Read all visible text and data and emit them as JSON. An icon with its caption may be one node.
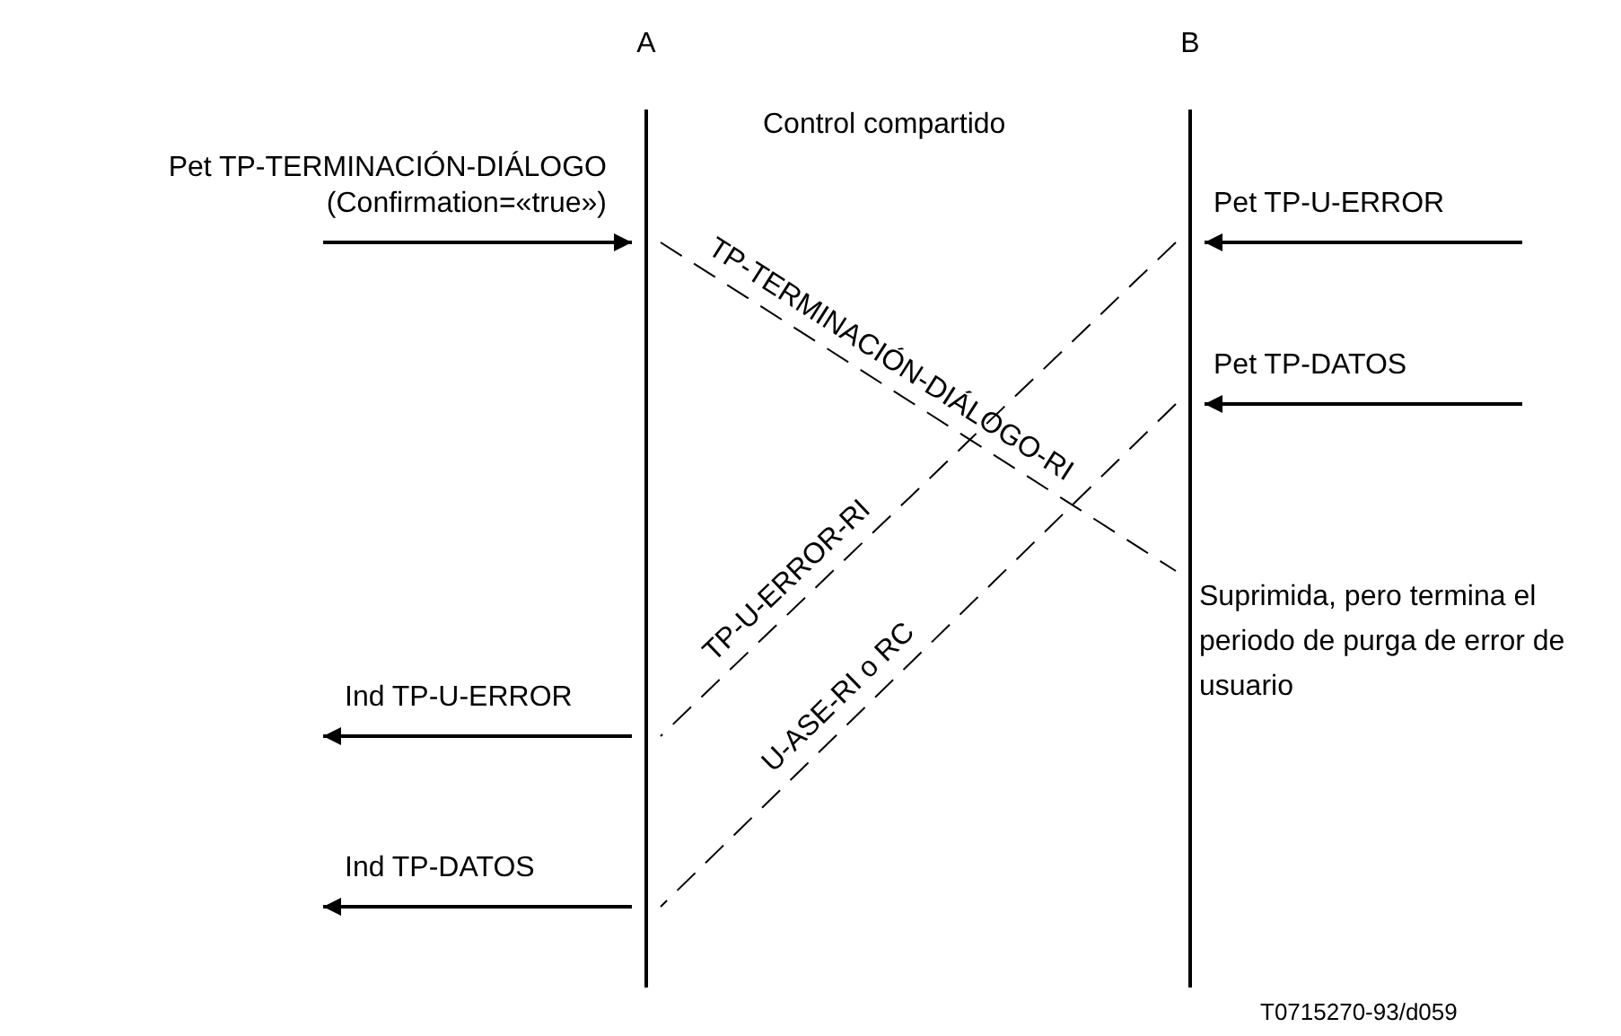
{
  "diagram": {
    "nodes": [
      {
        "text": [
          "A"
        ]
      },
      {
        "text": [
          "B"
        ]
      }
    ],
    "edges": [
      {
        "from": null,
        "to": 0,
        "arrow": "to",
        "label": "Pet TP-TERMINACIÓN-DIÁLOGO (Confirmation=«true»)"
      },
      {
        "from": 0,
        "to": 1,
        "arrow": "none",
        "style": "dashed",
        "label": "TP-TERMINACIÓN-DIÁLOGO-RI"
      },
      {
        "from": null,
        "to": 1,
        "arrow": "to",
        "label": "Pet TP-U-ERROR"
      },
      {
        "from": 1,
        "to": 0,
        "arrow": "none",
        "style": "dashed",
        "label": "TP-U-ERROR-RI"
      },
      {
        "from": null,
        "to": 1,
        "arrow": "to",
        "label": "Pet TP-DATOS"
      },
      {
        "from": 1,
        "to": 0,
        "arrow": "none",
        "style": "dashed",
        "label": "U-ASE-RI o RC"
      },
      {
        "from": 0,
        "to": null,
        "arrow": "to",
        "label": "Ind TP-U-ERROR"
      },
      {
        "from": 0,
        "to": null,
        "arrow": "to",
        "label": "Ind TP-DATOS"
      }
    ],
    "labels": [
      "Control compartido",
      "Suprimida, pero termina el periodo de purga de error de usuario",
      "T0715270-93/d059"
    ]
  }
}
